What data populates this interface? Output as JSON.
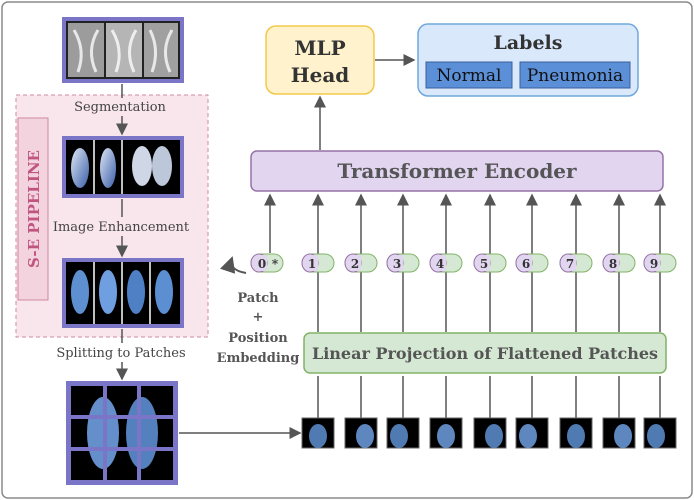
{
  "pipeline_label": "S-E PIPELINE",
  "steps": {
    "segmentation": "Segmentation",
    "enhancement": "Image Enhancement",
    "splitting": "Splitting to Patches"
  },
  "mlp_head": {
    "line1": "MLP",
    "line2": "Head"
  },
  "labels_box": {
    "title": "Labels",
    "classes": [
      "Normal",
      "Pneumonia"
    ]
  },
  "transformer_encoder": "Transformer Encoder",
  "linear_projection": "Linear Projection of Flattened Patches",
  "tokens": [
    {
      "index": "0",
      "extra": "*"
    },
    {
      "index": "1"
    },
    {
      "index": "2"
    },
    {
      "index": "3"
    },
    {
      "index": "4"
    },
    {
      "index": "5"
    },
    {
      "index": "6"
    },
    {
      "index": "7"
    },
    {
      "index": "8"
    },
    {
      "index": "9"
    }
  ],
  "embedding_caption": {
    "line1": "Patch",
    "line2": "+",
    "line3": "Position",
    "line4": "Embedding"
  },
  "colors": {
    "frame_border": "#8a8a8a",
    "mlp_fill": "#fff2cc",
    "mlp_border": "#f2c94c",
    "labels_fill": "#dae8fc",
    "labels_border": "#6fa8dc",
    "class_fill": "#5b8fd8",
    "encoder_fill": "#e1d5f0",
    "encoder_border": "#9673a6",
    "projection_fill": "#d5e8d4",
    "projection_border": "#82b366",
    "pipeline_fill": "#f8e6ec",
    "pipeline_border": "#d089a0",
    "image_frame": "#7b75c8"
  }
}
